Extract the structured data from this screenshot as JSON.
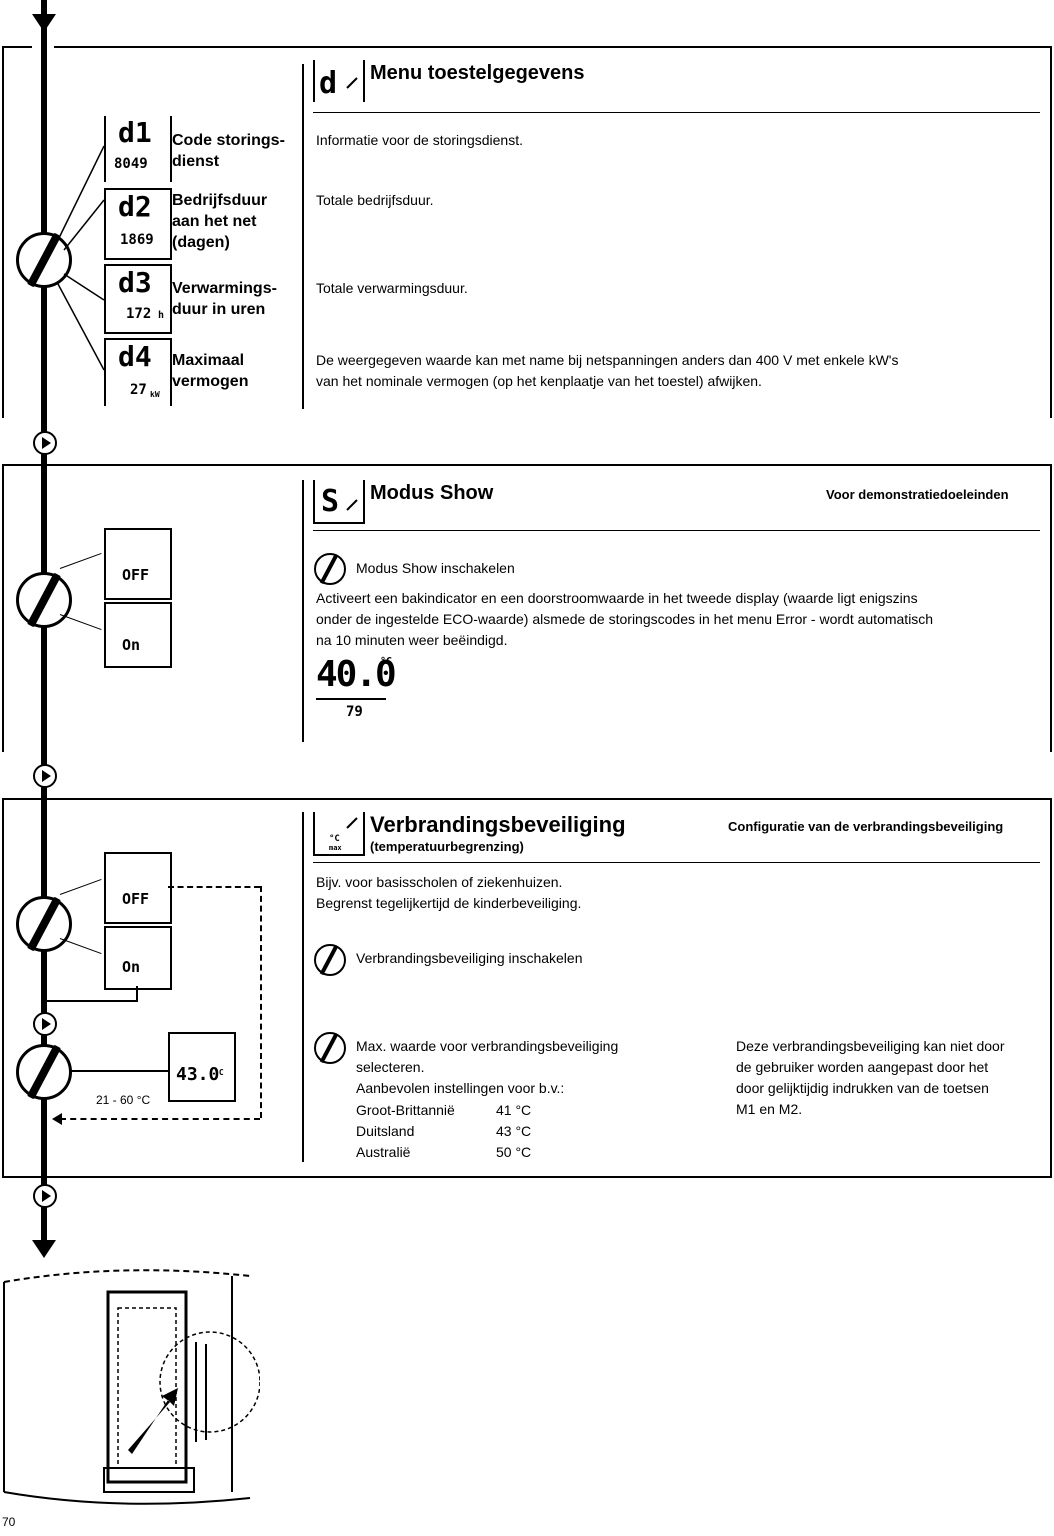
{
  "section_menu": {
    "icon_glyph": "d",
    "title": "Menu toestelgegevens",
    "items": [
      {
        "code": "d1",
        "value": "8049",
        "label1": "Code storings-",
        "label2": "dienst",
        "label3": "",
        "desc1": "Informatie voor de storingsdienst.",
        "desc2": ""
      },
      {
        "code": "d2",
        "value": "1869",
        "label1": "Bedrijfsduur",
        "label2": "aan het net",
        "label3": "(dagen)",
        "desc1": "Totale bedrijfsduur.",
        "desc2": ""
      },
      {
        "code": "d3",
        "value": "172",
        "unit": "h",
        "label1": "Verwarmings-",
        "label2": "duur in uren",
        "label3": "",
        "desc1": "Totale verwarmingsduur.",
        "desc2": ""
      },
      {
        "code": "d4",
        "value": "27",
        "unit": "kW",
        "label1": "Maximaal",
        "label2": "vermogen",
        "label3": "",
        "desc1": "De weergegeven waarde kan met name bij netspanningen anders dan 400 V met enkele kW's",
        "desc2": "van het nominale vermogen (op het kenplaatje van het toestel) afwijken."
      }
    ]
  },
  "section_show": {
    "icon_glyph": "S",
    "title": "Modus Show",
    "subtitle": "Voor demonstratiedoeleinden",
    "lcd_off": "OFF",
    "lcd_on": "On",
    "action": "Modus Show inschakelen",
    "desc1": "Activeert een bakindicator en een doorstroomwaarde in het tweede display (waarde ligt enigszins",
    "desc2": "onder de ingestelde ECO-waarde) alsmede de storingscodes in het menu Error - wordt automatisch",
    "desc3": "na 10 minuten weer beëindigd.",
    "display_big": "40.0",
    "display_unit": "°C",
    "display_small": "79"
  },
  "section_burn": {
    "icon_top": "°C",
    "icon_bottom": "max",
    "title": "Verbrandingsbeveiliging",
    "title_sub": "(temperatuurbegrenzing)",
    "subtitle": "Configuratie van de verbrandingsbeveiliging",
    "intro1": "Bijv. voor basisscholen of ziekenhuizen.",
    "intro2": "Begrenst tegelijkertijd de kinderbeveiliging.",
    "lcd_off": "OFF",
    "lcd_on": "On",
    "lcd_val": "43.0",
    "lcd_unit": "°C",
    "range": "21 - 60 °C",
    "action1": "Verbrandingsbeveiliging inschakelen",
    "action2_l1": "Max. waarde voor verbrandingsbeveiliging",
    "action2_l2": "selecteren.",
    "rec_title": "Aanbevolen instellingen voor b.v.:",
    "rec": [
      {
        "country": "Groot-Brittannië",
        "value": "41 °C"
      },
      {
        "country": "Duitsland",
        "value": "43 °C"
      },
      {
        "country": "Australië",
        "value": "50 °C"
      }
    ],
    "note1": "Deze verbrandingsbeveiliging kan niet door",
    "note2": "de gebruiker worden aangepast door het",
    "note3": "door gelijktijdig indrukken van de toetsen",
    "note4": "M1 en M2."
  },
  "footer": {
    "fig": "70"
  }
}
